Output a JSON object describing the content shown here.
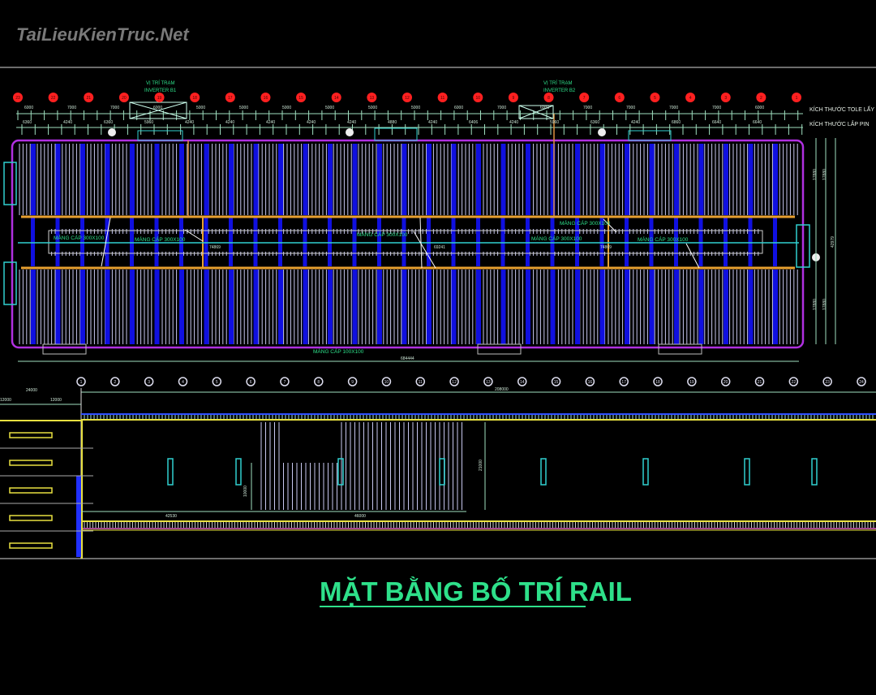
{
  "watermark": "TaiLieuKienTruc.Net",
  "title": "MẶT BẰNG BỐ TRÍ RAIL",
  "colors": {
    "background": "#000000",
    "roof_outline": "#b030e0",
    "panel": "#c8c8f0",
    "strip": "#1010e0",
    "tray": "#e8a030",
    "dim": "#9fe0c0",
    "bubble_red": "#ff2020",
    "label": "#2ee08a",
    "rail": "#e8e040",
    "cyan": "#30d0d0"
  },
  "top_plan": {
    "inverter_1": [
      "VỊ TRÍ TRẠM",
      "INVERTER B1"
    ],
    "inverter_2": [
      "VỊ TRÍ TRẠM",
      "INVERTER B2"
    ],
    "legend_tole": "KÍCH THƯỚC TOLE LẤY SÁNG",
    "legend_pin": "KÍCH THƯỚC LẮP PIN",
    "grid_labels": [
      "23",
      "22",
      "21",
      "20",
      "19",
      "18",
      "17",
      "16",
      "15",
      "14",
      "13",
      "12",
      "11",
      "10",
      "9",
      "8",
      "7",
      "6",
      "5",
      "4",
      "3",
      "2",
      "1"
    ],
    "dims_tole": [
      "6000",
      "7000",
      "7000",
      "6000",
      "5000",
      "5000",
      "5000",
      "5000",
      "5000",
      "5000",
      "6000",
      "7000",
      "6000",
      "7000",
      "7000",
      "7000",
      "7000",
      "6000"
    ],
    "dims_pin": [
      "6360",
      "4240",
      "6360",
      "5960",
      "4240",
      "4240",
      "4240",
      "4240",
      "4240",
      "4880",
      "4240",
      "6406",
      "4240",
      "5960",
      "6360",
      "4240",
      "6860",
      "6640",
      "6640"
    ],
    "trays": [
      "MÁNG CÁP 300X100",
      "MÁNG CÁP 300X100",
      "MÁNG CÁP 300X100",
      "MÁNG CÁP 300X100",
      "MÁNG CÁP 300X100",
      "MÁNG CÁP 300X100"
    ],
    "tray_bottom": "MÁNG CÁP 100X100",
    "inner_dims": [
      "74869",
      "69241",
      "74869"
    ],
    "total_length": "684444",
    "side_dims": [
      "17880",
      "17880",
      "42979",
      "17880",
      "17880"
    ]
  },
  "rail_plan": {
    "grid_labels": [
      "1",
      "2",
      "3",
      "4",
      "5",
      "6",
      "7",
      "8",
      "9",
      "10",
      "11",
      "12",
      "13",
      "14",
      "15",
      "16",
      "17",
      "18",
      "19",
      "20",
      "21",
      "22",
      "23",
      "24"
    ],
    "total_length": "208000",
    "left_dims": [
      "24000",
      "12000",
      "12000"
    ],
    "dims": [
      "42530",
      "46000",
      "10000",
      "21000"
    ]
  }
}
